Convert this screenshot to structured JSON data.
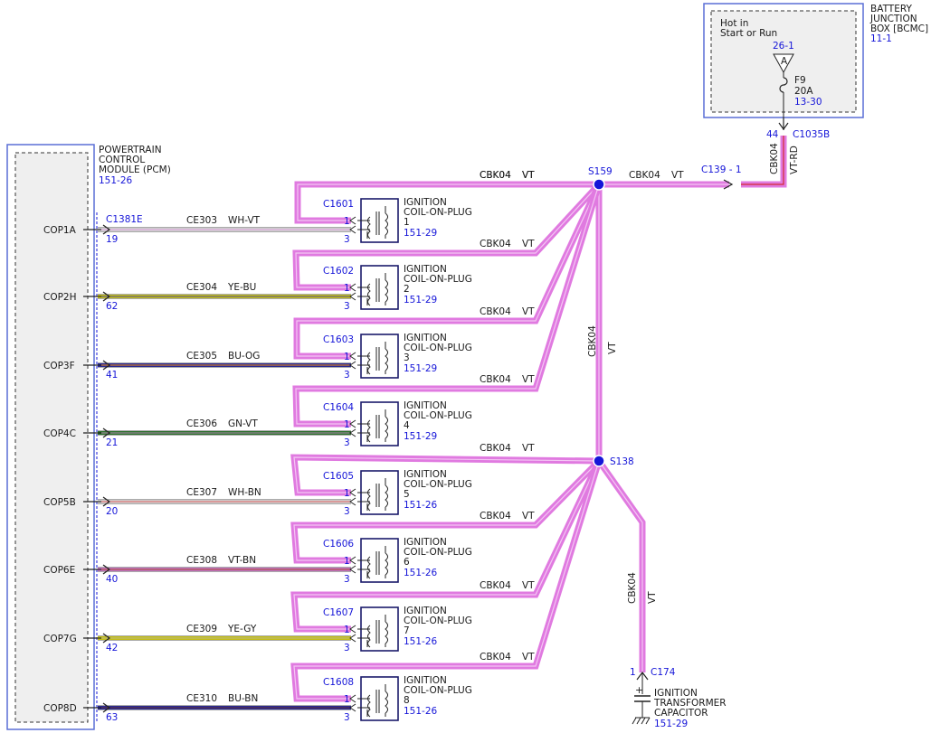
{
  "colors": {
    "violet": "#e07ae0",
    "violet_core": "#f4c6f4",
    "blue_text": "#1515d8",
    "module_border": "#5a6fd6",
    "module_fill": "#efefef"
  },
  "battery_junction_box": {
    "title_lines": [
      "BATTERY",
      "JUNCTION",
      "BOX [BCMC]"
    ],
    "ref": "11-1",
    "note_lines": [
      "Hot in",
      "Start or Run"
    ],
    "source_ref": "26-1",
    "source_letter": "A",
    "fuse_id": "F9",
    "fuse_rating": "20A",
    "fuse_ref": "13-30",
    "pin": "44",
    "connector": "C1035B",
    "wire_circuit": "CBK04",
    "wire_color": "VT-RD"
  },
  "pcm": {
    "title_lines": [
      "POWERTRAIN",
      "CONTROL",
      "MODULE (PCM)"
    ],
    "ref": "151-26",
    "connector": "C1381E"
  },
  "feed": {
    "label_circuit": "CBK04",
    "label_color": "VT",
    "splice_top": "S159",
    "splice_mid": "S138",
    "inline_connector": "C139 - 1",
    "vertical_circuit": "CBK04",
    "vertical_color": "VT"
  },
  "coils": [
    {
      "pcm_pin_name": "COP1A",
      "pin": "19",
      "circuit": "CE303",
      "color": "WH-VT",
      "connector": "C1601",
      "coil_title": "IGNITION",
      "coil_sub": "COIL-ON-PLUG",
      "number": "1",
      "ref": "151-29",
      "feed_circuit": "CBK04",
      "feed_color": "VT",
      "pin1": "1",
      "pin3": "3"
    },
    {
      "pcm_pin_name": "COP2H",
      "pin": "62",
      "circuit": "CE304",
      "color": "YE-BU",
      "connector": "C1602",
      "coil_title": "IGNITION",
      "coil_sub": "COIL-ON-PLUG",
      "number": "2",
      "ref": "151-29",
      "feed_circuit": "CBK04",
      "feed_color": "VT",
      "pin1": "1",
      "pin3": "3"
    },
    {
      "pcm_pin_name": "COP3F",
      "pin": "41",
      "circuit": "CE305",
      "color": "BU-OG",
      "connector": "C1603",
      "coil_title": "IGNITION",
      "coil_sub": "COIL-ON-PLUG",
      "number": "3",
      "ref": "151-29",
      "feed_circuit": "CBK04",
      "feed_color": "VT",
      "pin1": "1",
      "pin3": "3"
    },
    {
      "pcm_pin_name": "COP4C",
      "pin": "21",
      "circuit": "CE306",
      "color": "GN-VT",
      "connector": "C1604",
      "coil_title": "IGNITION",
      "coil_sub": "COIL-ON-PLUG",
      "number": "4",
      "ref": "151-29",
      "feed_circuit": "CBK04",
      "feed_color": "VT",
      "pin1": "1",
      "pin3": "3"
    },
    {
      "pcm_pin_name": "COP5B",
      "pin": "20",
      "circuit": "CE307",
      "color": "WH-BN",
      "connector": "C1605",
      "coil_title": "IGNITION",
      "coil_sub": "COIL-ON-PLUG",
      "number": "5",
      "ref": "151-26",
      "feed_circuit": "CBK04",
      "feed_color": "VT",
      "pin1": "1",
      "pin3": "3"
    },
    {
      "pcm_pin_name": "COP6E",
      "pin": "40",
      "circuit": "CE308",
      "color": "VT-BN",
      "connector": "C1606",
      "coil_title": "IGNITION",
      "coil_sub": "COIL-ON-PLUG",
      "number": "6",
      "ref": "151-26",
      "feed_circuit": "CBK04",
      "feed_color": "VT",
      "pin1": "1",
      "pin3": "3"
    },
    {
      "pcm_pin_name": "COP7G",
      "pin": "42",
      "circuit": "CE309",
      "color": "YE-GY",
      "connector": "C1607",
      "coil_title": "IGNITION",
      "coil_sub": "COIL-ON-PLUG",
      "number": "7",
      "ref": "151-26",
      "feed_circuit": "CBK04",
      "feed_color": "VT",
      "pin1": "1",
      "pin3": "3"
    },
    {
      "pcm_pin_name": "COP8D",
      "pin": "63",
      "circuit": "CE310",
      "color": "BU-BN",
      "connector": "C1608",
      "coil_title": "IGNITION",
      "coil_sub": "COIL-ON-PLUG",
      "number": "8",
      "ref": "151-26",
      "feed_circuit": "CBK04",
      "feed_color": "VT",
      "pin1": "1",
      "pin3": "3"
    }
  ],
  "capacitor": {
    "pin": "1",
    "connector": "C174",
    "title_lines": [
      "IGNITION",
      "TRANSFORMER",
      "CAPACITOR"
    ],
    "ref": "151-29",
    "wire_circuit": "CBK04",
    "wire_color": "VT"
  }
}
